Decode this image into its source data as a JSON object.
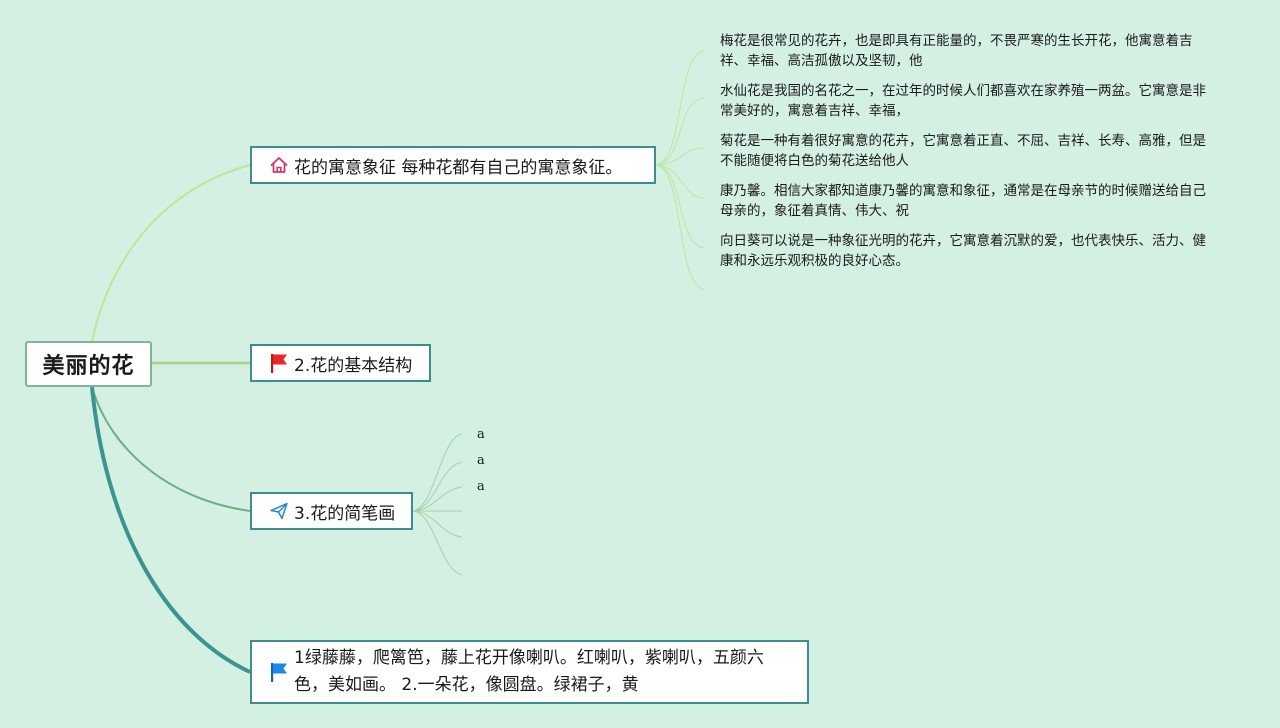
{
  "root": {
    "title": "美丽的花"
  },
  "branches": [
    {
      "label": "花的寓意象征 每种花都有自己的寓意象征。",
      "icon": "home-icon",
      "children": [
        "梅花是很常见的花卉，也是即具有正能量的，不畏严寒的生长开花，他寓意着吉祥、幸福、高洁孤傲以及坚韧，他",
        "水仙花是我国的名花之一，在过年的时候人们都喜欢在家养殖一两盆。它寓意是非常美好的，寓意着吉祥、幸福，",
        "菊花是一种有着很好寓意的花卉，它寓意着正直、不屈、吉祥、长寿、高雅，但是不能随便将白色的菊花送给他人",
        "康乃馨。相信大家都知道康乃馨的寓意和象征，通常是在母亲节的时候赠送给自己母亲的，象征着真情、伟大、祝",
        "向日葵可以说是一种象征光明的花卉，它寓意着沉默的爱，也代表快乐、活力、健康和永远乐观积极的良好心态。"
      ]
    },
    {
      "label": "2.花的基本结构",
      "icon": "red-flag-icon",
      "children": []
    },
    {
      "label": "3.花的简笔画",
      "icon": "paper-plane-icon",
      "children": [
        "a",
        "a",
        "a",
        "",
        "",
        ""
      ]
    },
    {
      "label": "1绿藤藤，爬篱笆，藤上花开像喇叭。红喇叭，紫喇叭，五颜六色，美如画。 2.一朵花，像圆盘。绿裙子，黄",
      "icon": "blue-flag-icon",
      "children": []
    }
  ],
  "colors": {
    "background": "#d3f0e2",
    "branch_border": "#3d8c8e",
    "root_border": "#7fb59a",
    "line_1": "#c2e59a",
    "line_2": "#a8d28a",
    "line_3": "#6eae86",
    "line_4": "#3a9490",
    "home_icon": "#d6336c",
    "red_flag": "#e8262a",
    "blue_flag": "#1e88e5",
    "plane_icon": "#2a87c8"
  }
}
